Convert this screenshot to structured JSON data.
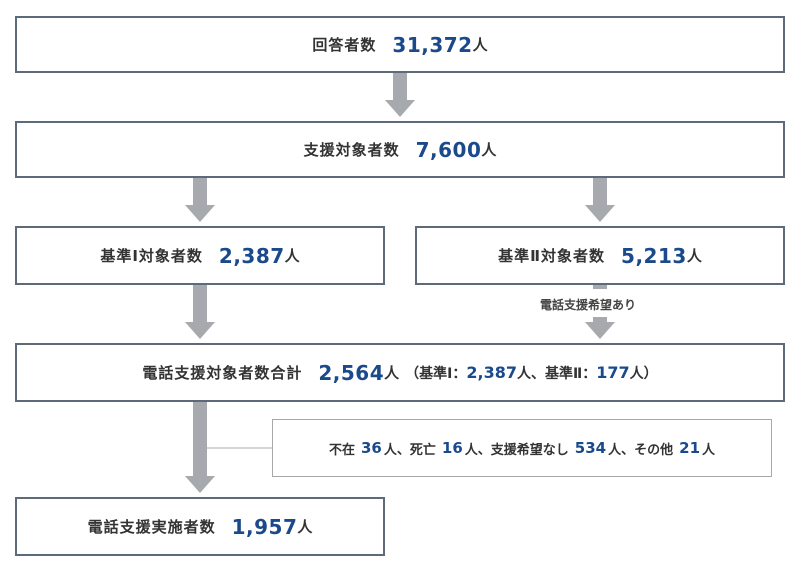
{
  "respondents": {
    "label": "回答者数",
    "value": "31,372",
    "unit": "人"
  },
  "support_targets": {
    "label": "支援対象者数",
    "value": "7,600",
    "unit": "人"
  },
  "criteria1": {
    "label": "基準Ⅰ対象者数",
    "value": "2,387",
    "unit": "人"
  },
  "criteria2": {
    "label": "基準Ⅱ対象者数",
    "value": "5,213",
    "unit": "人"
  },
  "condition": "電話支援希望あり",
  "phone_total": {
    "label": "電話支援対象者数合計",
    "value": "2,564",
    "unit": "人",
    "paren_open": "（",
    "c1_label": "基準Ⅰ：",
    "c1_value": "2,387",
    "c1_unit": "人、",
    "c2_label": "基準Ⅱ：",
    "c2_value": "177",
    "c2_unit": "人",
    "paren_close": "）"
  },
  "exclusions": {
    "absent_label": "不在",
    "absent_value": "36",
    "absent_unit": "人、",
    "death_label": "死亡",
    "death_value": "16",
    "death_unit": "人、",
    "nowish_label": "支援希望なし",
    "nowish_value": "534",
    "nowish_unit": "人、",
    "other_label": "その他",
    "other_value": "21",
    "other_unit": "人"
  },
  "phone_done": {
    "label": "電話支援実施者数",
    "value": "1,957",
    "unit": "人"
  },
  "colors": {
    "arrow": "#a6a9ad",
    "border": "#5d6a7a",
    "number": "#1a4a8c",
    "note_border": "#a8a8a8"
  }
}
